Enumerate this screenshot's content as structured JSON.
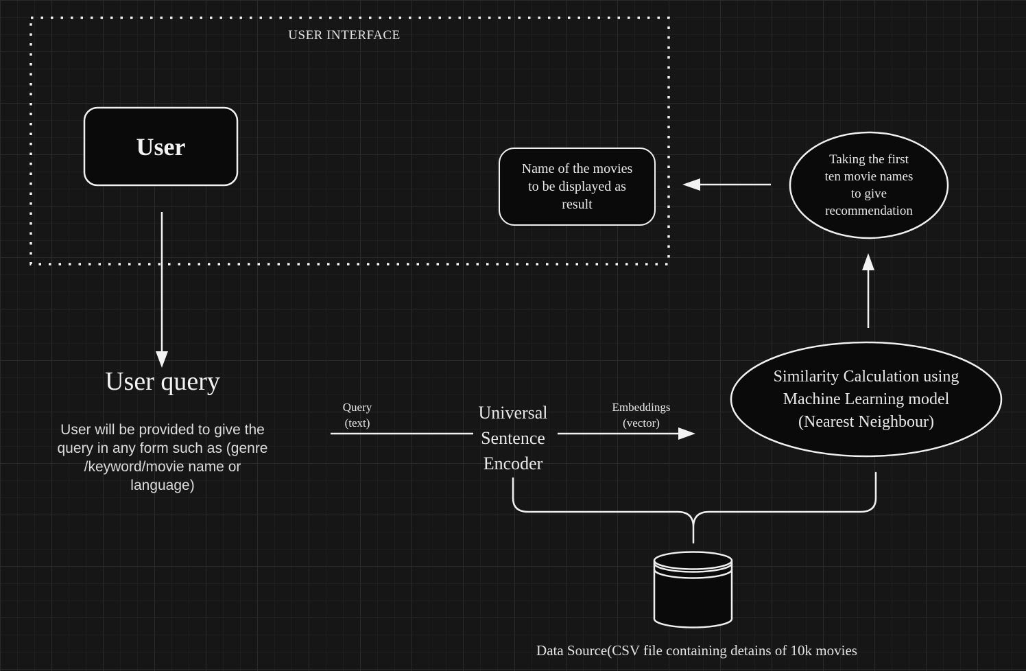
{
  "canvas": {
    "background_color": "#161616",
    "grid_minor_color": "#1e1e1e",
    "grid_major_color": "#2a2a2a",
    "stroke_color": "#ededed",
    "shape_fill_color": "#0a0a0b",
    "text_color": "#e9e9e9"
  },
  "diagram": {
    "user_interface_group": {
      "title": "USER INTERFACE",
      "user_node": {
        "label": "User"
      },
      "result_node": {
        "label": "Name of the movies\nto be displayed as\nresult"
      }
    },
    "user_query": {
      "title": "User query",
      "description": "User will be provided to give the\nquery in any form such as (genre\n/keyword/movie name or\nlanguage)"
    },
    "edge_labels": {
      "query": "Query\n(text)",
      "embeddings": "Embeddings\n(vector)"
    },
    "encoder_node": {
      "label": "Universal\nSentence\nEncoder"
    },
    "similarity_node": {
      "label": "Similarity Calculation using\nMachine Learning model\n(Nearest Neighbour)"
    },
    "recommendation_node": {
      "label": "Taking the first\nten movie names\nto give\nrecommendation"
    },
    "data_source_node": {
      "caption": "Data Source(CSV file containing detains of 10k movies"
    }
  }
}
